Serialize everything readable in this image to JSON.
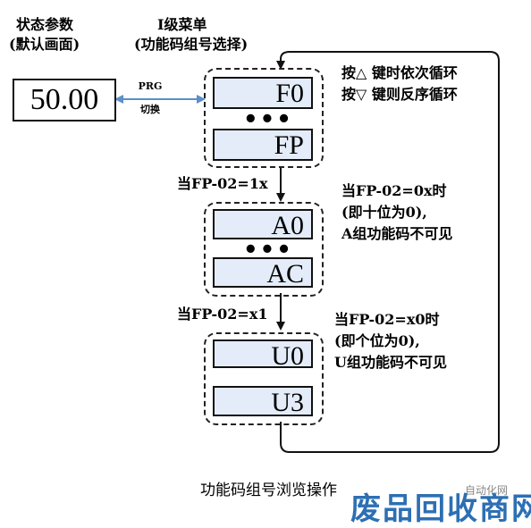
{
  "status": {
    "title_line1": "状态参数",
    "title_line2": "(默认画面)",
    "display_value": "50.00"
  },
  "menu": {
    "title_line1": "Ⅰ级菜单",
    "title_line2": "(功能码组号选择)"
  },
  "link": {
    "label_line1": "PRG",
    "label_line2": "切换"
  },
  "group_f": {
    "first": "F0",
    "dots": "•••",
    "last": "FP"
  },
  "group_a": {
    "first": "A0",
    "dots": "•••",
    "last": "AC"
  },
  "group_u": {
    "first": "U0",
    "last": "U3"
  },
  "notes": {
    "cycle_line1": "按△ 键时依次循环",
    "cycle_line2": "按▽ 键则反序循环",
    "cond1": "当FP-02=1x",
    "cond2": "当FP-02=x1",
    "a_note_line1": "当FP-02=0x时",
    "a_note_line2": "(即十位为0),",
    "a_note_line3": "A组功能码不可见",
    "u_note_line1": "当FP-02=x0时",
    "u_note_line2": "(即个位为0),",
    "u_note_line3": "U组功能码不可见"
  },
  "caption": "功能码组号浏览操作",
  "watermark": {
    "small": "自动化网",
    "big": "废品回收商网"
  },
  "colors": {
    "display_fill": "#e3ecf8",
    "arrow_blue": "#5b8fc7",
    "watermark_blue": "#2d6fb3"
  }
}
